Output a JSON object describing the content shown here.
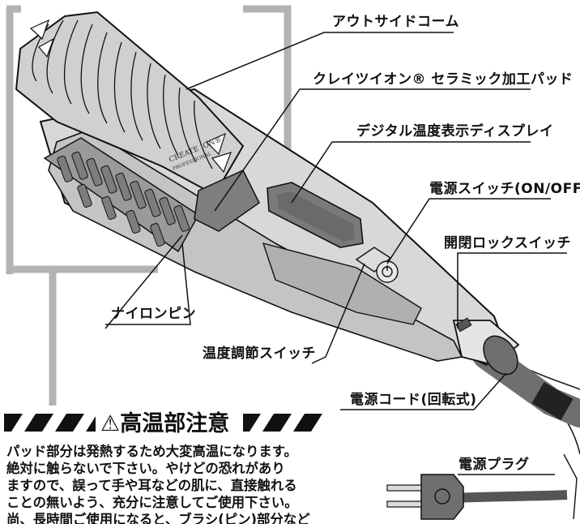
{
  "labels": {
    "outside_comb": "アウトサイドコーム",
    "clay_pad": "クレイツイオン® セラミック加工パッド",
    "temp_display": "デジタル温度表示ディスプレイ",
    "power_switch": "電源スイッチ(ON/OFF)",
    "lock_switch": "開閉ロックスイッチ",
    "nylon_pin": "ナイロンピン",
    "temp_switch": "温度調節スイッチ",
    "power_cord": "電源コード(回転式)",
    "power_plug": "電源プラグ"
  },
  "brand_text": {
    "line1": "CREATE ION®",
    "line2": "PROFESSIONAL"
  },
  "warning": {
    "title": "⚠高温部注意",
    "lines": [
      "パッド部分は発熱するため大変高温になります。",
      "絶対に触らないで下さい。やけどの恐れがあり",
      "ますので、誤って手や耳などの肌に、直接触れる",
      "ことの無いよう、充分に注意してご使用下さい。",
      "尚、長時間ご使用になると、ブラシ(ピン)部分など"
    ]
  },
  "colors": {
    "frame": "#b3b3b3",
    "body": "#d6d6d6",
    "pad": "#8a8a8a",
    "comb": "#c8c8c8",
    "cord": "#6f6f6f",
    "ink": "#111111"
  }
}
